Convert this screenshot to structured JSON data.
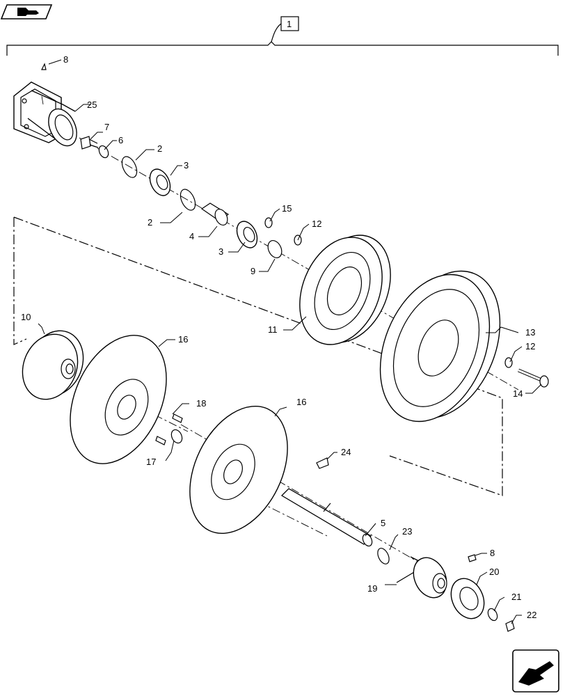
{
  "header_icon": "book-arrow-icon",
  "footer_icon": "next-page-arrow-icon",
  "assembly_callout": "1",
  "callouts": {
    "c2a": "2",
    "c2b": "2",
    "c3a": "3",
    "c3b": "3",
    "c4": "4",
    "c5": "5",
    "c6": "6",
    "c7": "7",
    "c8a": "8",
    "c8b": "8",
    "c9": "9",
    "c10": "10",
    "c11": "11",
    "c12a": "12",
    "c12b": "12",
    "c13": "13",
    "c14": "14",
    "c15": "15",
    "c16a": "16",
    "c16b": "16",
    "c17": "17",
    "c18": "18",
    "c19": "19",
    "c20": "20",
    "c21": "21",
    "c22": "22",
    "c23": "23",
    "c24": "24",
    "c25": "25"
  },
  "colors": {
    "line": "#000000",
    "fill": "#ffffff"
  }
}
